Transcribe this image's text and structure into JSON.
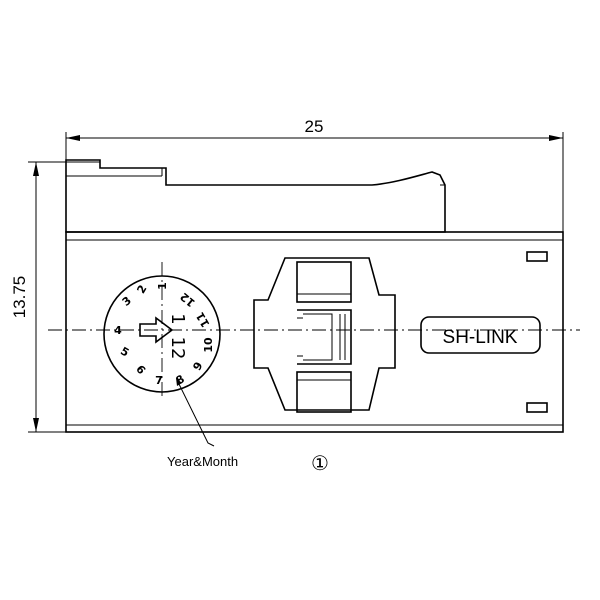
{
  "dimensions": {
    "width": "25",
    "height": "13.75"
  },
  "date_dial": {
    "numbers": [
      "1",
      "2",
      "3",
      "4",
      "5",
      "6",
      "7",
      "8",
      "9",
      "10",
      "11",
      "12"
    ],
    "center_text_top": "1",
    "center_text_bottom": "12"
  },
  "labels": {
    "date_code": "Year&Month",
    "brand": "SH-LINK",
    "callout": "①"
  }
}
